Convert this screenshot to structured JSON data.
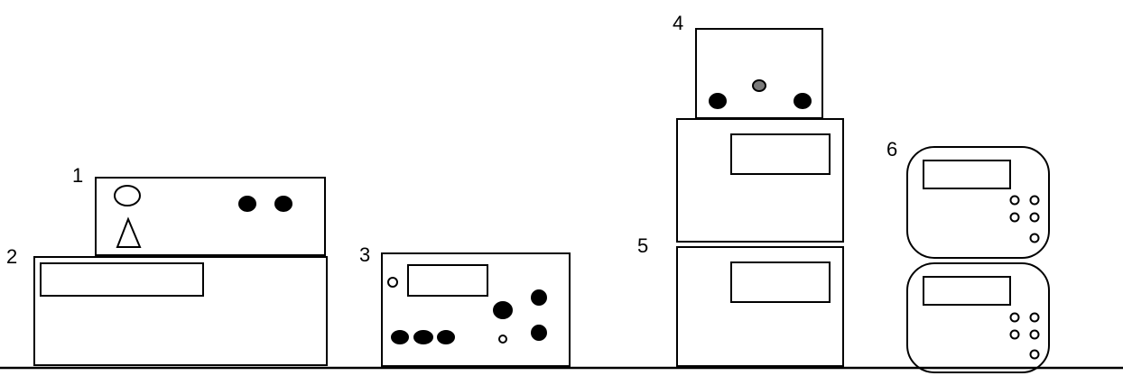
{
  "diagram": {
    "labels": [
      "1",
      "2",
      "3",
      "4",
      "5",
      "6"
    ],
    "colors": {
      "line": "#000000",
      "fill": "#ffffff",
      "knob_dark": "#000000",
      "knob_shaded": "#7a7a7a"
    }
  }
}
